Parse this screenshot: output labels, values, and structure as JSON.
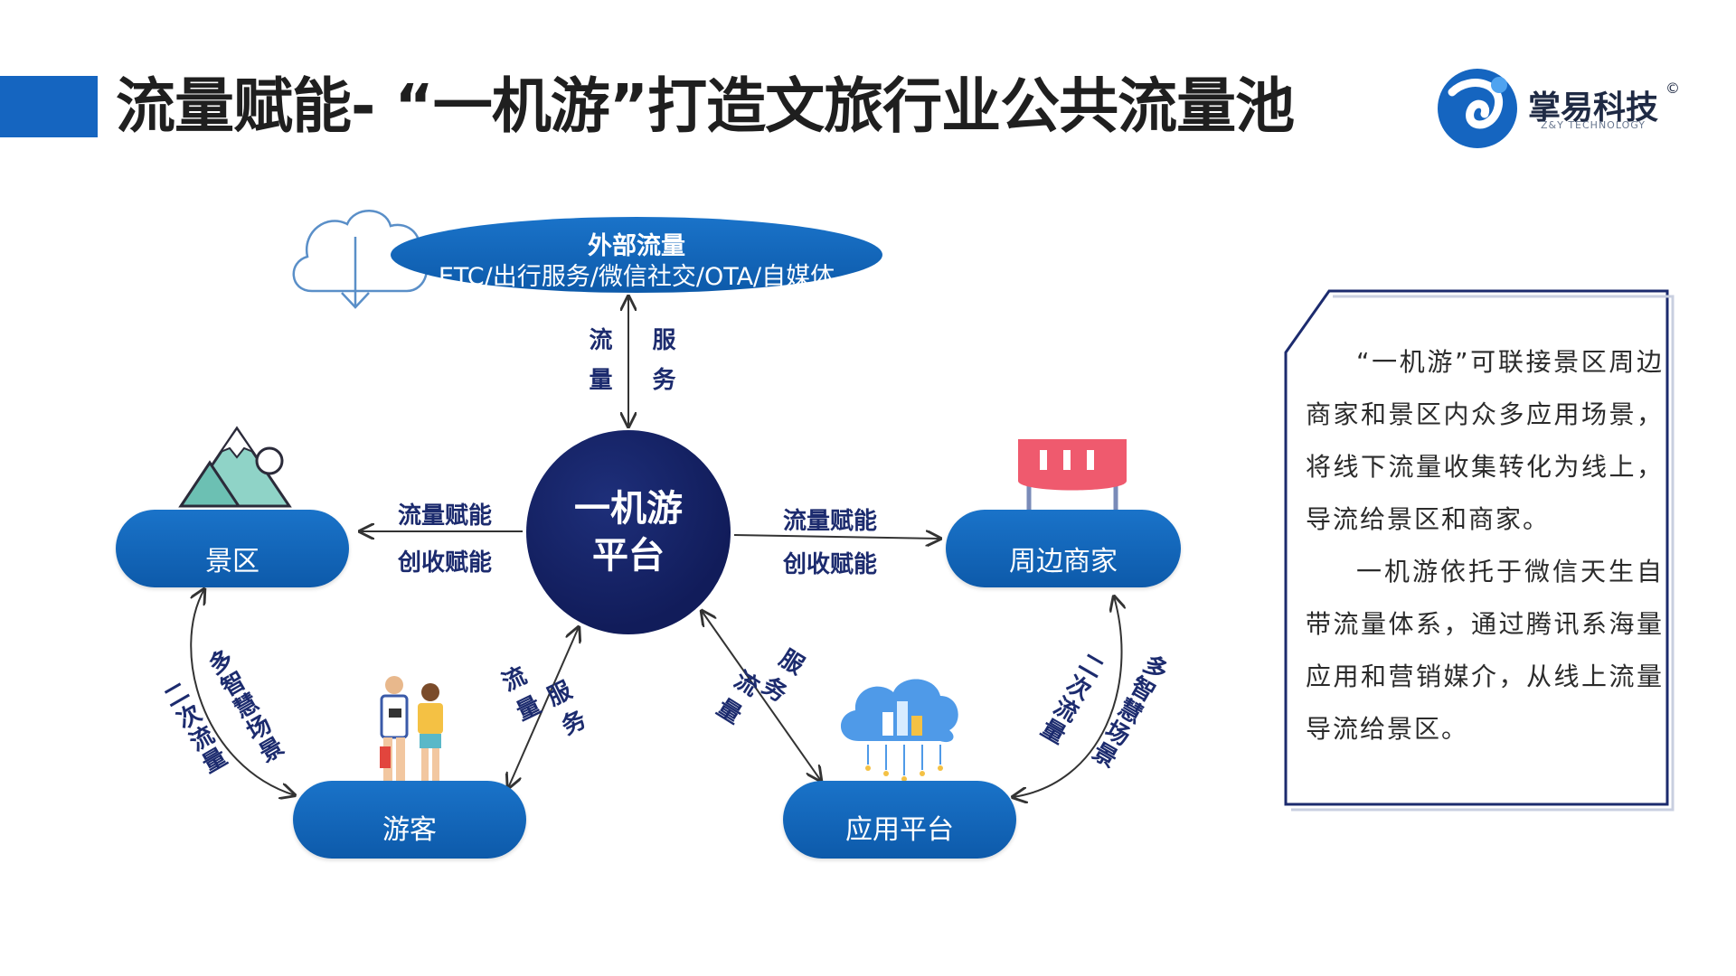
{
  "header": {
    "title": "流量赋能- “一机游”打造文旅行业公共流量池",
    "accent_color": "#1565c0"
  },
  "logo": {
    "name": "掌易科技",
    "subtitle": "Z&Y TECHNOLOGY",
    "copyright": "©"
  },
  "diagram": {
    "center": {
      "line1": "一机游",
      "line2": "平台"
    },
    "external": {
      "title": "外部流量",
      "subtitle": "ETC/出行服务/微信社交/OTA/自媒体"
    },
    "nodes": {
      "scenic": "景区",
      "merchants": "周边商家",
      "tourists": "游客",
      "apps": "应用平台"
    },
    "edges": {
      "top_left": "流量",
      "top_right": "服务",
      "left_top": "流量赋能",
      "left_bottom": "创收赋能",
      "right_top": "流量赋能",
      "right_bottom": "创收赋能",
      "lower_left_a": "流量",
      "lower_left_b": "服务",
      "lower_right_a": "流量",
      "lower_right_b": "服务",
      "scenic_tourist_outer": "二次流量",
      "scenic_tourist_inner": "多智慧场景",
      "merchant_app_outer": "二次流量",
      "merchant_app_inner": "多智慧场景"
    },
    "colors": {
      "node_blue": "#0d5aaa",
      "center_navy": "#111c5a",
      "label_navy": "#1c2b6e"
    }
  },
  "note": {
    "paragraph1": "“一机游”可联接景区周边商家和景区内众多应用场景，将线下流量收集转化为线上，导流给景区和商家。",
    "paragraph2": "一机游依托于微信天生自带流量体系，通过腾讯系海量应用和营销媒介，从线上流量导流给景区。"
  }
}
